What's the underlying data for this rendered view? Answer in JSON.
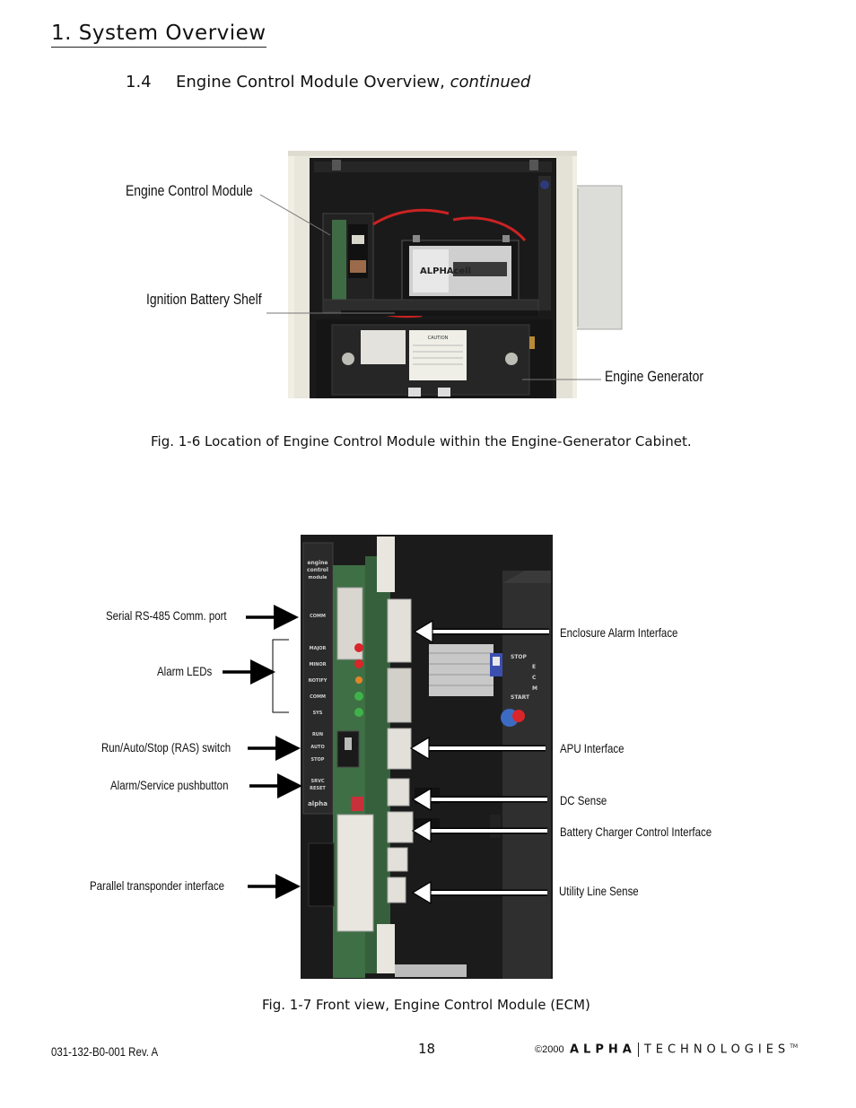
{
  "header": {
    "title": "1.  System Overview",
    "section_number": "1.4",
    "section_title": "Engine Control Module Overview, ",
    "section_title_italic": "continued"
  },
  "figure6": {
    "callouts": {
      "ecm": "Engine Control Module",
      "battery_shelf": "Ignition Battery Shelf",
      "generator": "Engine Generator"
    },
    "battery_brand": "ALPHAcell",
    "caution_label": "CAUTION",
    "caption": "Fig. 1-6 Location of Engine Control Module within the Engine-Generator Cabinet."
  },
  "figure7": {
    "left_callouts": {
      "serial": "Serial RS-485 Comm. port",
      "alarm_leds": "Alarm LEDs",
      "ras_switch": "Run/Auto/Stop (RAS) switch",
      "service_button": "Alarm/Service pushbutton",
      "parallel": "Parallel transponder interface"
    },
    "right_callouts": {
      "enclosure": "Enclosure Alarm Interface",
      "apu": "APU Interface",
      "dc_sense": "DC Sense",
      "battery_charger": "Battery Charger Control Interface",
      "utility": "Utility Line Sense"
    },
    "panel": {
      "brand": [
        "engine",
        "control",
        "module"
      ],
      "labels": {
        "comm": "COMM",
        "major": "MAJOR",
        "minor": "MINOR",
        "notify": "NOTIFY",
        "comm2": "COMM",
        "sys": "SYS",
        "run": "RUN",
        "auto": "AUTO",
        "stop": "STOP",
        "srvc": "SRVC",
        "reset": "RESET",
        "logo": "alpha"
      },
      "side": {
        "stop": "STOP",
        "start": "START",
        "ecm": [
          "E",
          "C",
          "M"
        ]
      }
    },
    "caption": "Fig. 1-7 Front view, Engine Control Module (ECM)"
  },
  "footer": {
    "doc_number": "031-132-B0-001  Rev. A",
    "page": "18",
    "copyright": "©2000",
    "brand_alpha": "ALPHA",
    "brand_tech": "TECHNOLOGIES",
    "tm": "TM"
  },
  "colors": {
    "cabinet": "#f1eee4",
    "cabinet_interior": "#1a1a1a",
    "panel_dark": "#2b2b2b",
    "pcb_green": "#3f6f45",
    "led_red": "#d8262a",
    "led_green": "#3fb24a",
    "connector_white": "#e8e6de"
  }
}
